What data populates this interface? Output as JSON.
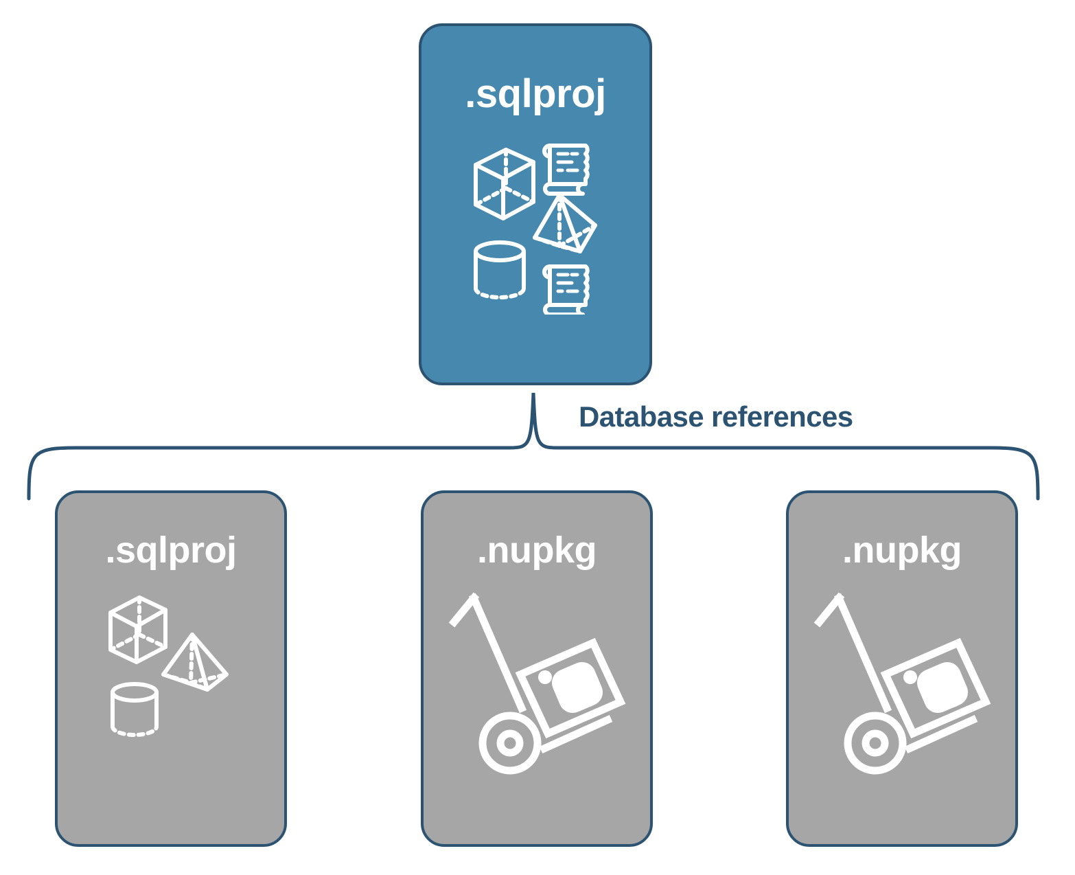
{
  "diagram": {
    "type": "hierarchy",
    "background_color": "#FFFFFF",
    "accent_blue": "#4789AE",
    "node_gray": "#A6A6A6",
    "border_navy": "#2C5371",
    "label_text_color": "#2C5371",
    "node_text_color": "#FFFFFF"
  },
  "root": {
    "title": ".sqlproj",
    "fill": "#4789AE",
    "icons": [
      "cube-icon",
      "scroll-icon",
      "pyramid-icon",
      "cylinder-icon",
      "scroll-icon"
    ]
  },
  "connector": {
    "label": "Database references",
    "style": "curly-brace"
  },
  "children": [
    {
      "title": ".sqlproj",
      "fill": "#A6A6A6",
      "icons": [
        "cube-icon",
        "pyramid-icon",
        "cylinder-icon"
      ]
    },
    {
      "title": ".nupkg",
      "fill": "#A6A6A6",
      "icons": [
        "hand-truck-package-icon"
      ]
    },
    {
      "title": ".nupkg",
      "fill": "#A6A6A6",
      "icons": [
        "hand-truck-package-icon"
      ]
    }
  ]
}
